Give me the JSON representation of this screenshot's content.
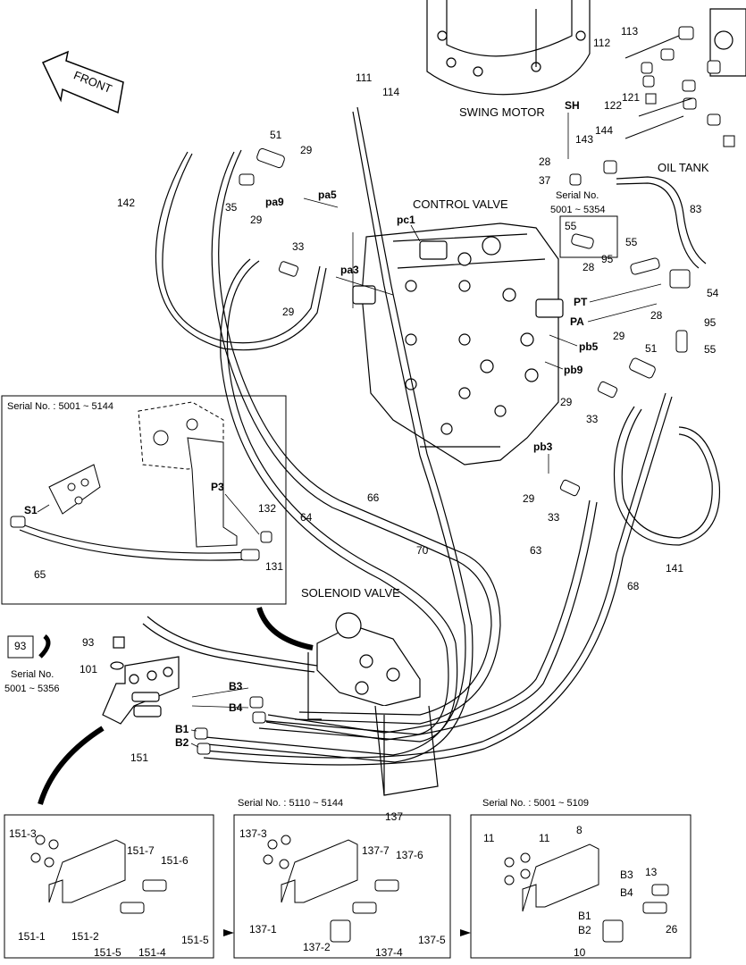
{
  "headings": {
    "swing_motor": "SWING MOTOR",
    "oil_tank": "OIL TANK",
    "control_valve": "CONTROL VALVE",
    "solenoid_valve": "SOLENOID VALVE",
    "front": "FRONT"
  },
  "serials": {
    "s1": "Serial No.",
    "s1b": "5001 ~ 5354",
    "s2": "Serial No. : 5001 ~ 5144",
    "s3": "Serial No.",
    "s3b": "5001 ~ 5356",
    "s4": "Serial No. : 5110 ~ 5144",
    "s5": "Serial No. : 5001 ~ 5109"
  },
  "ports": [
    "SH",
    "pa5",
    "pa9",
    "pa3",
    "pc1",
    "PT",
    "PA",
    "pb5",
    "pb9",
    "pb3",
    "P3",
    "S1",
    "B3",
    "B4",
    "B1",
    "B2"
  ],
  "parts": [
    "111",
    "114",
    "112",
    "113",
    "51",
    "29",
    "35",
    "29",
    "142",
    "33",
    "29",
    "122",
    "121",
    "144",
    "143",
    "28",
    "37",
    "83",
    "55",
    "55",
    "95",
    "28",
    "54",
    "28",
    "95",
    "55",
    "29",
    "51",
    "29",
    "33",
    "29",
    "33",
    "64",
    "66",
    "70",
    "63",
    "68",
    "141",
    "132",
    "131",
    "65",
    "93",
    "93",
    "101",
    "151",
    "137",
    "151-3",
    "151-7",
    "151-6",
    "151-1",
    "151-2",
    "151-5",
    "151-4",
    "151-5",
    "137-3",
    "137-7",
    "137-6",
    "137-1",
    "137-2",
    "137-4",
    "137-5",
    "11",
    "11",
    "8",
    "13",
    "26",
    "10"
  ]
}
